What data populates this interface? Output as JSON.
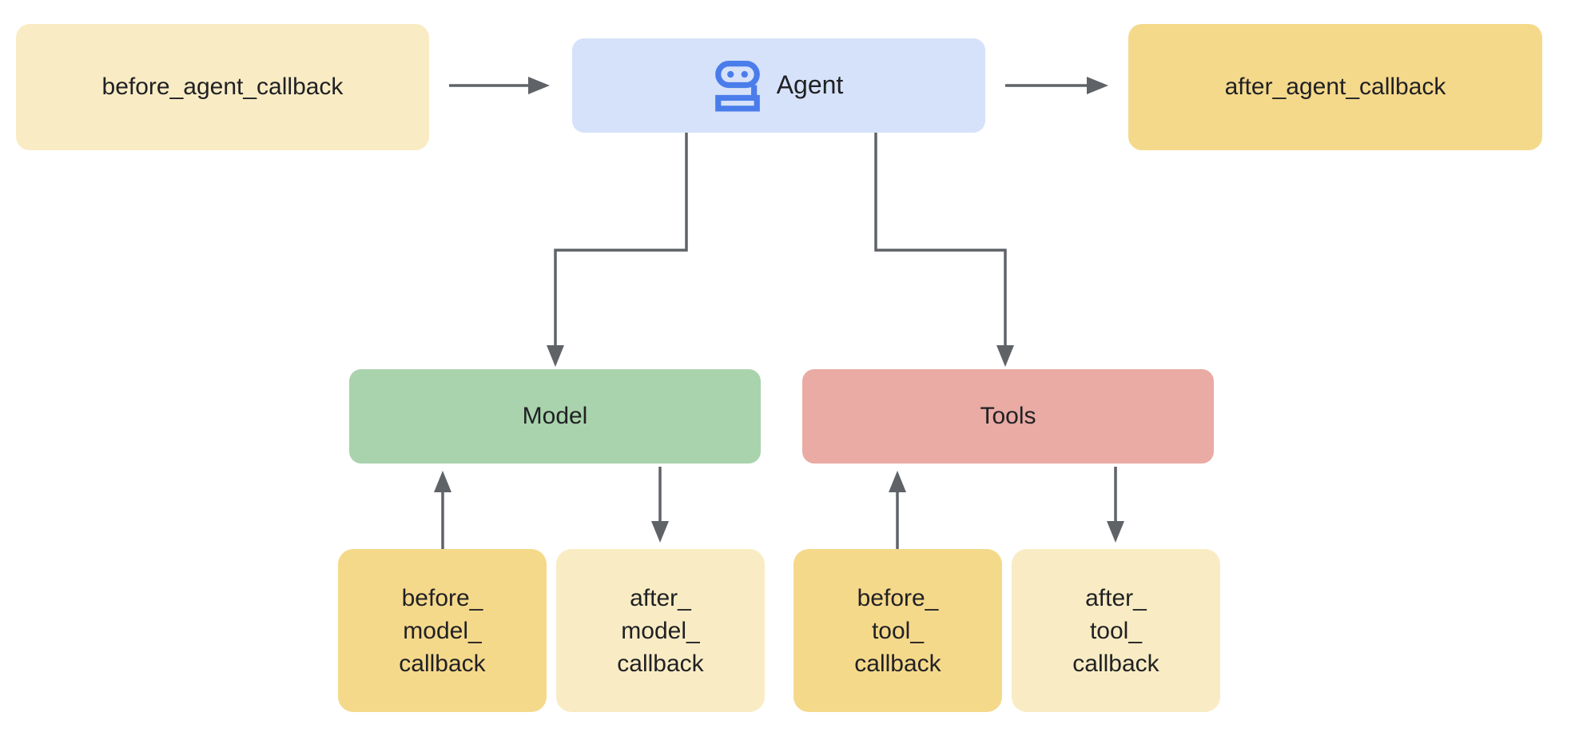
{
  "nodes": {
    "before_agent_callback": {
      "label": "before_agent_callback"
    },
    "agent": {
      "label": "Agent",
      "icon": "robot-icon"
    },
    "after_agent_callback": {
      "label": "after_agent_callback"
    },
    "model": {
      "label": "Model"
    },
    "tools": {
      "label": "Tools"
    },
    "before_model_callback": {
      "label": [
        "before_",
        "model_",
        "callback"
      ]
    },
    "after_model_callback": {
      "label": [
        "after_",
        "model_",
        "callback"
      ]
    },
    "before_tool_callback": {
      "label": [
        "before_",
        "tool_",
        "callback"
      ]
    },
    "after_tool_callback": {
      "label": [
        "after_",
        "tool_",
        "callback"
      ]
    }
  },
  "edges": [
    {
      "from": "before_agent_callback",
      "to": "agent"
    },
    {
      "from": "agent",
      "to": "after_agent_callback"
    },
    {
      "from": "agent",
      "to": "model"
    },
    {
      "from": "agent",
      "to": "tools"
    },
    {
      "from": "before_model_callback",
      "to": "model"
    },
    {
      "from": "model",
      "to": "after_model_callback"
    },
    {
      "from": "before_tool_callback",
      "to": "tools"
    },
    {
      "from": "tools",
      "to": "after_tool_callback"
    }
  ],
  "colors": {
    "background": "#FFFFFF",
    "agent_fill": "#D6E2FA",
    "agent_icon_blue": "#4A7DEB",
    "model_fill": "#A9D3AC",
    "tools_fill": "#E9ABA3",
    "callback_light_fill": "#F9ECC4",
    "callback_dark_fill": "#F5D98B",
    "arrow_color": "#5F6368",
    "text_color": "#202124"
  }
}
